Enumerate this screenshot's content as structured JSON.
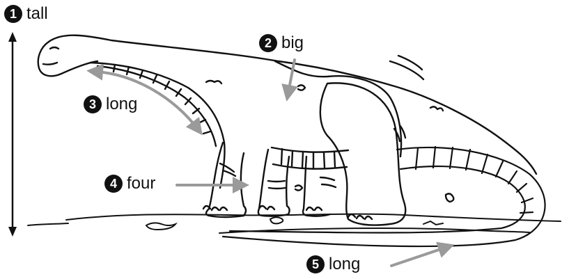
{
  "labels": [
    {
      "number": "1",
      "word": "tall"
    },
    {
      "number": "2",
      "word": "big"
    },
    {
      "number": "3",
      "word": "long"
    },
    {
      "number": "4",
      "word": "four"
    },
    {
      "number": "5",
      "word": "long"
    }
  ],
  "colors": {
    "ink": "#111111",
    "arrow": "#9a9a9a",
    "background": "#ffffff"
  }
}
